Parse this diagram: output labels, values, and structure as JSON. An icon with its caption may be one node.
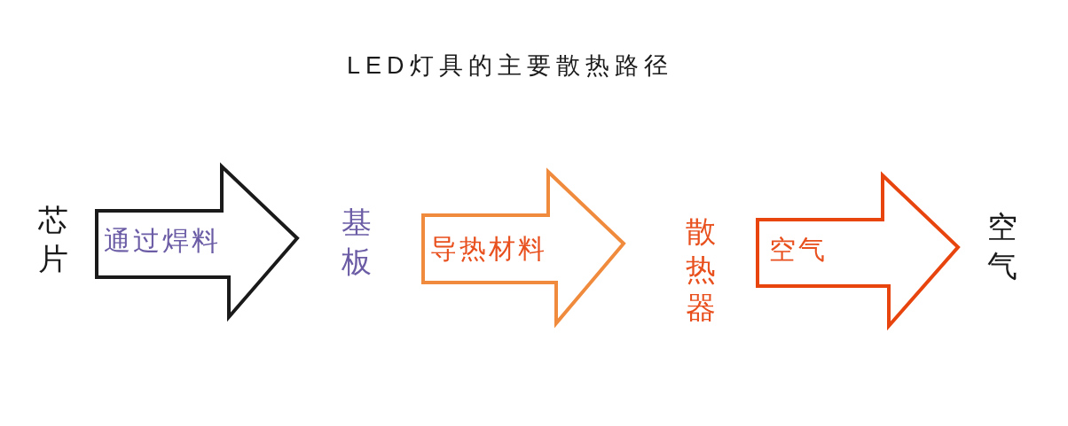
{
  "diagram": {
    "title": "LED灯具的主要散热路径",
    "nodes": [
      {
        "text": [
          "芯片"
        ]
      },
      {
        "text": [
          "基板"
        ]
      },
      {
        "text": [
          "散热器"
        ]
      },
      {
        "text": [
          "空气"
        ]
      }
    ],
    "edges": [
      {
        "from": 0,
        "to": 1,
        "arrow": "to",
        "label": "通过焊料",
        "color": "#1a1a1a"
      },
      {
        "from": 1,
        "to": 2,
        "arrow": "to",
        "label": "导热材料",
        "color": "#f08a3c"
      },
      {
        "from": 2,
        "to": 3,
        "arrow": "to",
        "label": "空气",
        "color": "#e8440e"
      }
    ]
  }
}
